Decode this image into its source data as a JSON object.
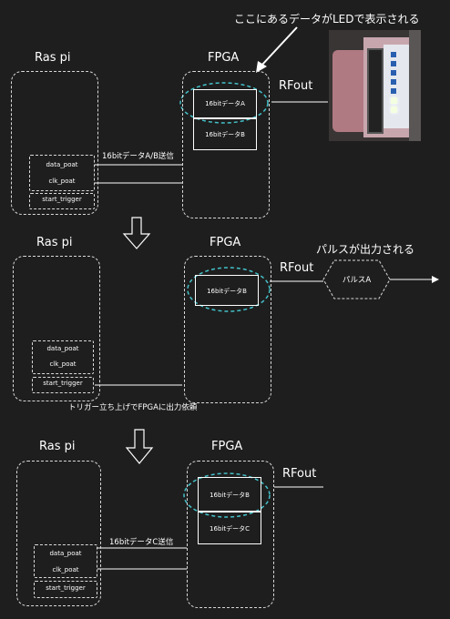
{
  "top_note": "ここにあるデータがLEDで表示される",
  "panels": [
    {
      "raspi_label": "Ras pi",
      "fpga_label": "FPGA",
      "rfout_label": "RFout",
      "ports": [
        "data_poat",
        "clk_poat",
        "start_trigger"
      ],
      "send_label": "16bitデータA/B送信",
      "fpga_cells": [
        "16bitデータA",
        "16bitデータB"
      ]
    },
    {
      "raspi_label": "Ras pi",
      "fpga_label": "FPGA",
      "rfout_label": "RFout",
      "ports": [
        "data_poat",
        "clk_poat",
        "start_trigger"
      ],
      "fpga_cells": [
        "16bitデータB"
      ],
      "pulse_note": "パルスが出力される",
      "pulse_label": "パルスA",
      "trigger_note": "トリガー立ち上げでFPGAに出力依頼"
    },
    {
      "raspi_label": "Ras pi",
      "fpga_label": "FPGA",
      "rfout_label": "RFout",
      "ports": [
        "data_poat",
        "clk_poat",
        "start_trigger"
      ],
      "send_label": "16bitデータC送信",
      "fpga_cells": [
        "16bitデータB",
        "16bitデータC"
      ]
    }
  ]
}
